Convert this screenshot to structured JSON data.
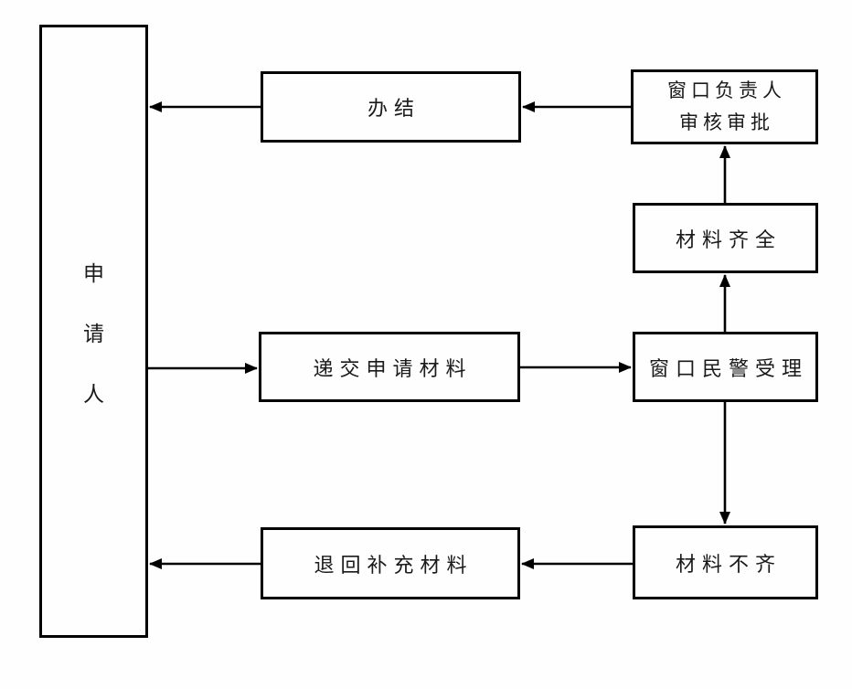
{
  "colors": {
    "background": "#fefefe",
    "line": "#000000",
    "box_border": "#000000",
    "text": "#1a1a1a"
  },
  "diagram": {
    "type": "flowchart",
    "nodes": {
      "applicant": {
        "label": "申请人",
        "chars": [
          "申",
          "请",
          "人"
        ],
        "orientation": "vertical"
      },
      "banjie": {
        "label": "办结"
      },
      "supervisor": {
        "label": "窗口负责人审核审批",
        "lines": [
          "窗口负责人",
          "审核审批"
        ]
      },
      "complete": {
        "label": "材料齐全"
      },
      "submit": {
        "label": "递交申请材料"
      },
      "accept": {
        "label": "窗口民警受理"
      },
      "incomplete": {
        "label": "材料不齐"
      },
      "return": {
        "label": "退回补充材料"
      }
    },
    "edges": [
      {
        "from": "applicant",
        "to": "submit"
      },
      {
        "from": "submit",
        "to": "accept"
      },
      {
        "from": "accept",
        "to": "complete"
      },
      {
        "from": "complete",
        "to": "supervisor"
      },
      {
        "from": "supervisor",
        "to": "banjie"
      },
      {
        "from": "banjie",
        "to": "applicant"
      },
      {
        "from": "accept",
        "to": "incomplete"
      },
      {
        "from": "incomplete",
        "to": "return"
      },
      {
        "from": "return",
        "to": "applicant"
      }
    ]
  }
}
